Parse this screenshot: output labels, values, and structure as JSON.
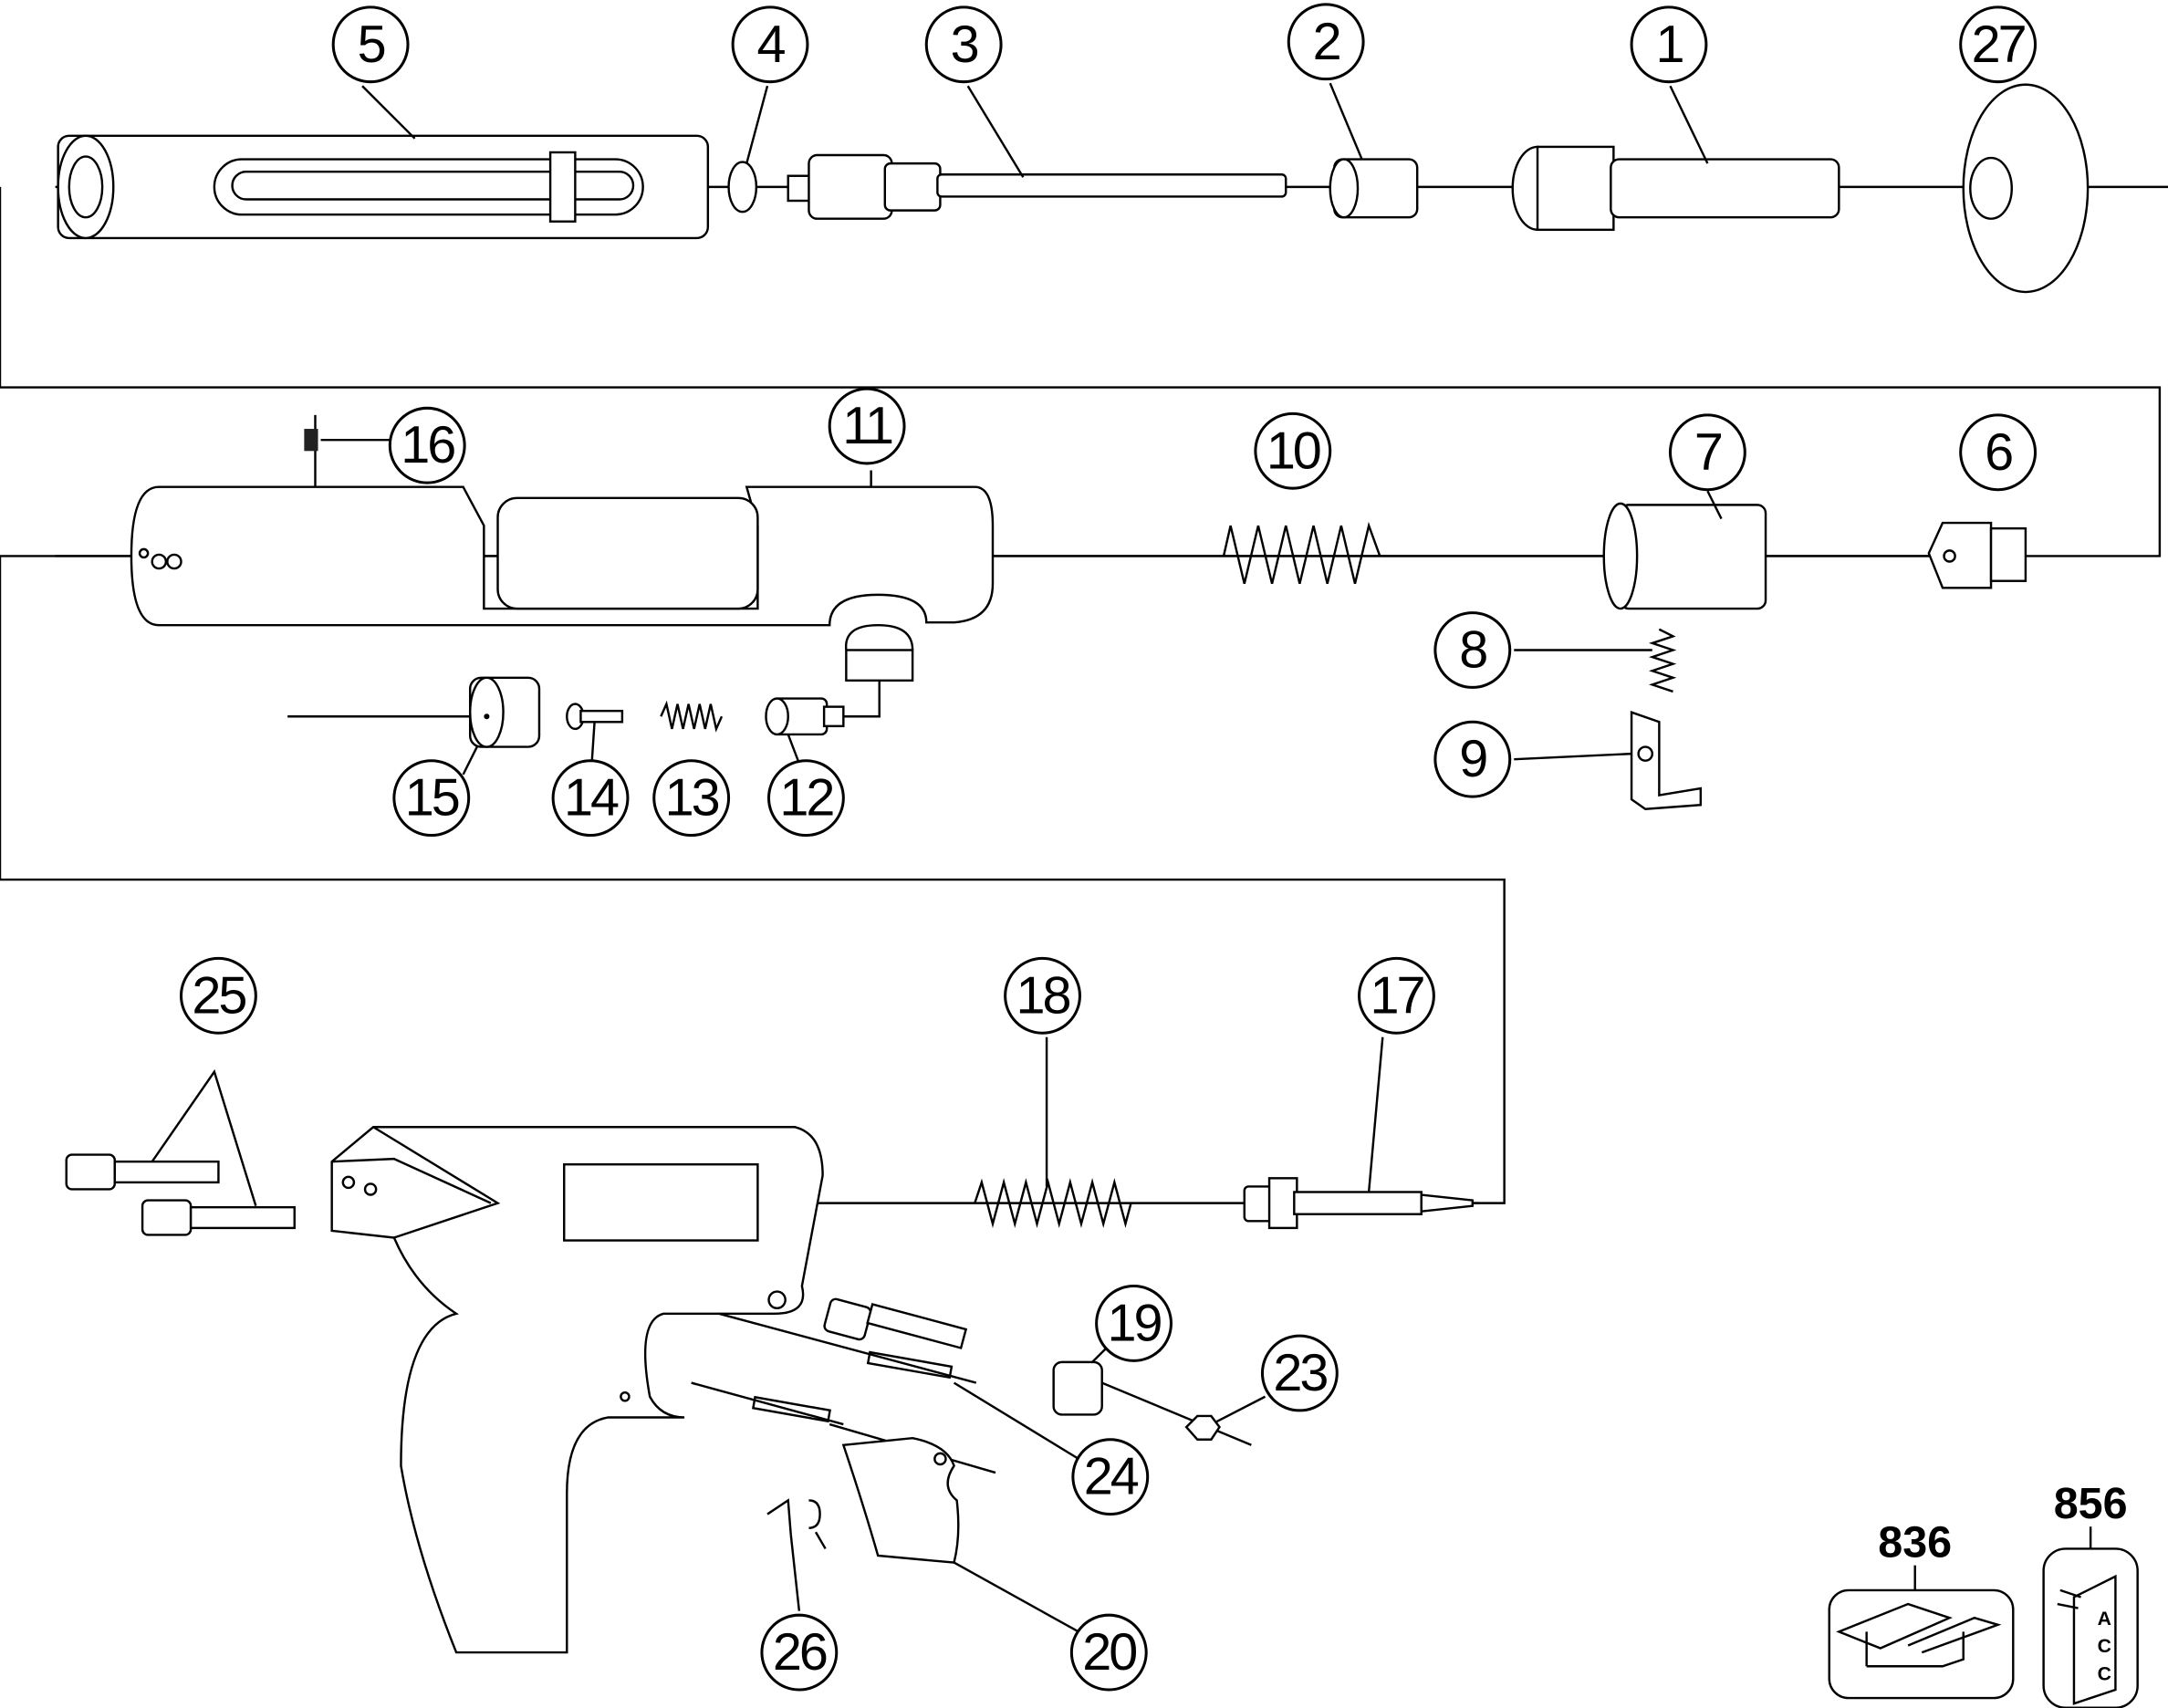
{
  "diagram": {
    "title": "Exploded parts diagram - powder actuated tool",
    "callouts": {
      "p1": "1",
      "p2": "2",
      "p3": "3",
      "p4": "4",
      "p5": "5",
      "p6": "6",
      "p7": "7",
      "p8": "8",
      "p9": "9",
      "p10": "10",
      "p11": "11",
      "p12": "12",
      "p13": "13",
      "p14": "14",
      "p15": "15",
      "p16": "16",
      "p17": "17",
      "p18": "18",
      "p19": "19",
      "p20": "20",
      "p23": "23",
      "p24": "24",
      "p25": "25",
      "p26": "26",
      "p27": "27"
    },
    "accessories": {
      "a836": "836",
      "a856": "856",
      "a856_box_letters": [
        "A",
        "C",
        "C"
      ]
    }
  }
}
